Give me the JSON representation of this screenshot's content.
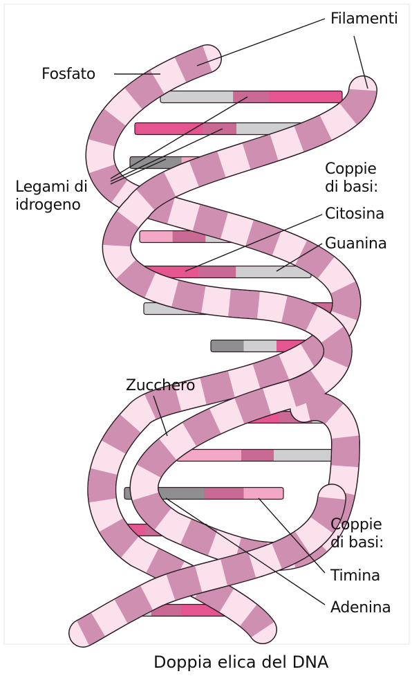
{
  "colors": {
    "strand_dark": "#cf8fb0",
    "strand_light": "#fbe1ec",
    "strand_outline": "#2a1a22",
    "pink_hot": "#e55590",
    "pink_mid": "#c86a94",
    "pink_soft": "#f3a9c6",
    "gray_dark": "#8f8f92",
    "gray_light": "#cfcfd1",
    "frame": "#e6e6e6"
  },
  "labels": {
    "filamenti": "Filamenti",
    "fosfato": "Fosfato",
    "legami": "Legami di\nidrogeno",
    "coppie_top": "Coppie\ndi basi:",
    "citosina": "Citosina",
    "guanina": "Guanina",
    "zucchero": "Zucchero",
    "coppie_bottom": "Coppie\ndi basi:",
    "timina": "Timina",
    "adenina": "Adenina"
  },
  "caption": "Doppia elica del DNA"
}
